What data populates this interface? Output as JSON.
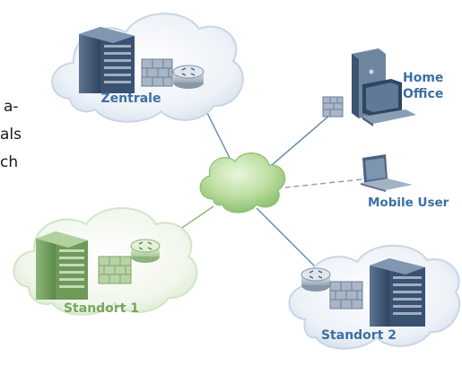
{
  "left_text": [
    "a-",
    "als",
    "ch"
  ],
  "nodes": {
    "zentrale": {
      "label": "Zentrale"
    },
    "home_office": {
      "label_line1": "Home",
      "label_line2": "Office"
    },
    "mobile_user": {
      "label": "Mobile User"
    },
    "standort1": {
      "label": "Standort 1"
    },
    "standort2": {
      "label": "Standort 2"
    }
  },
  "colors": {
    "blue_label": "#3d6fa3",
    "green_label": "#7aa55e",
    "internet_cloud": "#bfe0a4",
    "link_blue": "#6d8fb3",
    "link_green": "#8cbf72"
  }
}
